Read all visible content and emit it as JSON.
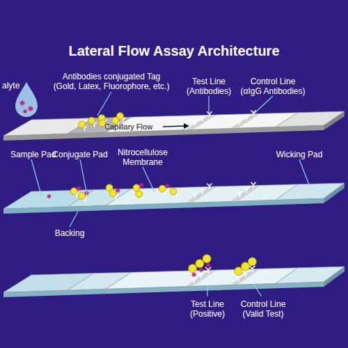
{
  "diagram": {
    "title": "Lateral Flow Assay Architecture",
    "labels": [
      "alyte",
      "Antibodies conjugated Tag",
      "(Gold, Latex, Fluorophore, etc.)",
      "Test Line",
      "(Antibodies)",
      "Control Line",
      "(αIgG Antibodies)",
      "Capillary Flow",
      "Sample Pad",
      "Conjugate Pad",
      "Nitrocellulose",
      "Membrane",
      "Wicking Pad",
      "Backing",
      "Test Line",
      "(Positive)",
      "Control Line",
      "(Valid Test)"
    ]
  }
}
